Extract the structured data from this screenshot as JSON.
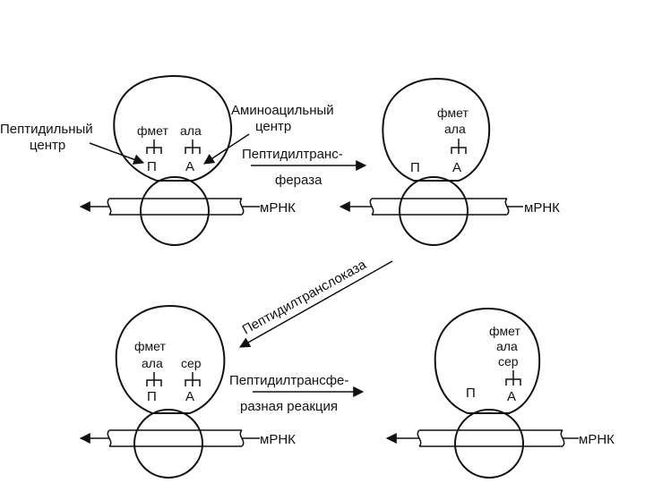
{
  "panels": [
    {
      "id": "p1",
      "trna": [
        "фмет",
        "ала"
      ],
      "sites": [
        "П",
        "А"
      ],
      "mrna": "мРНК"
    },
    {
      "id": "p2",
      "trna": [
        "фмет",
        "ала"
      ],
      "sites": [
        "П",
        "А"
      ],
      "mrna": "мРНК"
    },
    {
      "id": "p3",
      "trna": [
        "фмет",
        "ала",
        "сер"
      ],
      "sites": [
        "П",
        "А"
      ],
      "mrna": "мРНК"
    },
    {
      "id": "p4",
      "trna": [
        "фмет",
        "ала",
        "сер"
      ],
      "sites": [
        "П",
        "А"
      ],
      "mrna": "мРНК"
    }
  ],
  "labels": {
    "peptidyl_center_line1": "Пептидильный",
    "peptidyl_center_line2": "центр",
    "aminoacyl_center_line1": "Аминоацильный",
    "aminoacyl_center_line2": "центр",
    "transferase_line1": "Пептидилтранс-",
    "transferase_line2": "фераза",
    "translocase": "Пептидилтранслоказа",
    "reaction_line1": "Пептидилтрансфе-",
    "reaction_line2": "разная реакция"
  }
}
